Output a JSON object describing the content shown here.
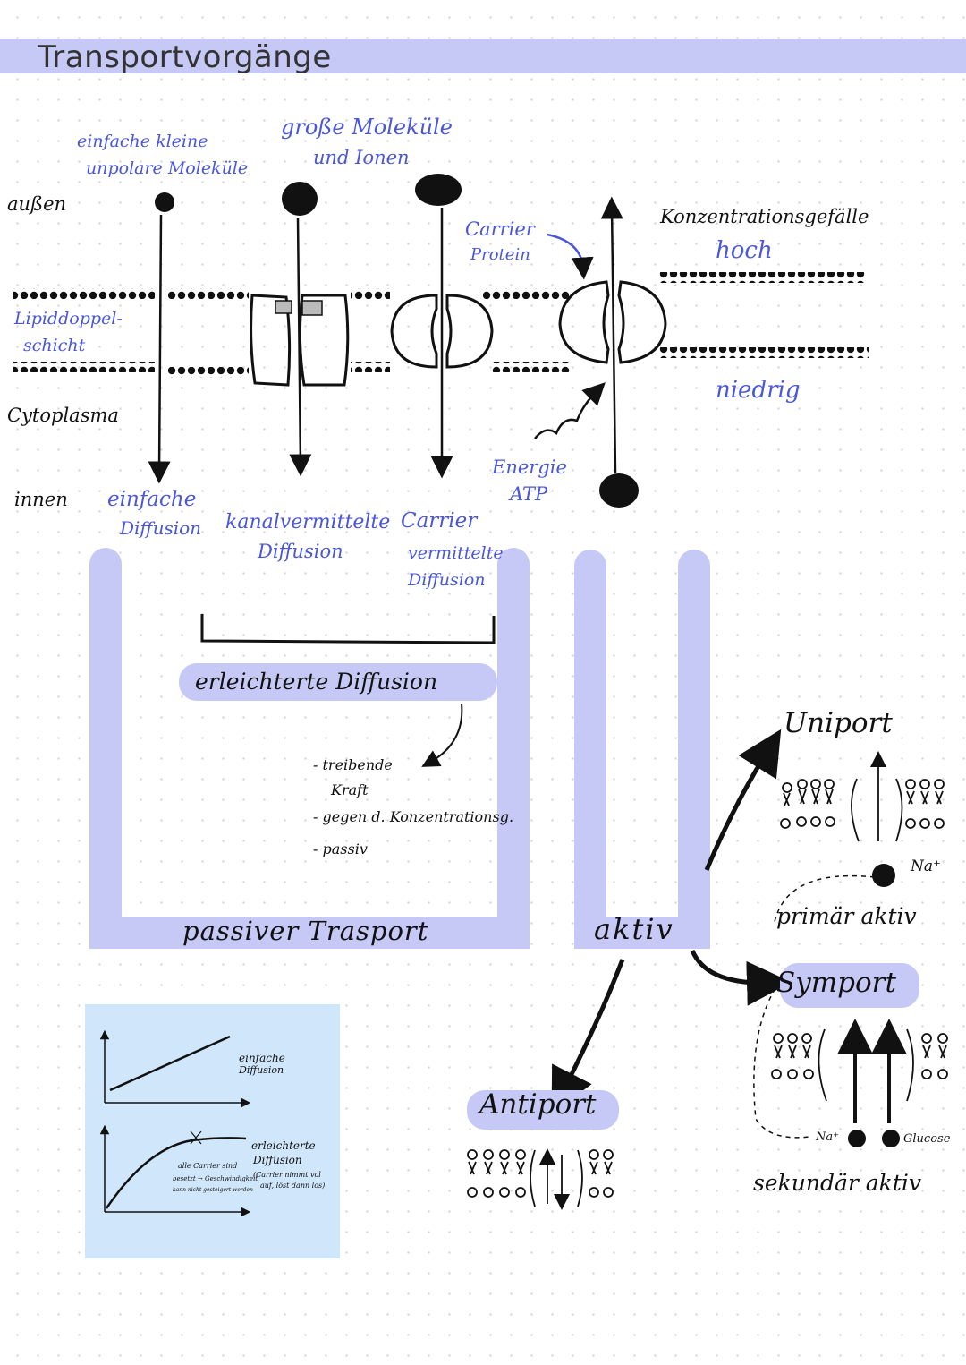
{
  "title": "Transportvorgänge",
  "membrane": {
    "outside_label": "außen",
    "bilayer_label_1": "Lipiddoppel-",
    "bilayer_label_2": "schicht",
    "cytoplasm_label": "Cytoplasma",
    "inside_label": "innen",
    "small_molecules_1": "einfache kleine",
    "small_molecules_2": "unpolare Moleküle",
    "large_molecules_1": "große Moleküle",
    "large_molecules_2": "und Ionen",
    "carrier_protein_1": "Carrier",
    "carrier_protein_2": "Protein",
    "gradient_title": "Konzentrationsgefälle",
    "gradient_high": "hoch",
    "gradient_low": "niedrig",
    "energy_1": "Energie",
    "energy_2": "ATP"
  },
  "diffusion": {
    "simple_1": "einfache",
    "simple_2": "Diffusion",
    "channel_1": "kanalvermittelte",
    "channel_2": "Diffusion",
    "carrier_1": "Carrier",
    "carrier_2": "vermittelte",
    "carrier_3": "Diffusion",
    "facilitated": "erleichterte Diffusion",
    "notes": [
      "- treibende",
      "Kraft",
      "- gegen d. Konzentrationsg.",
      "- passiv"
    ],
    "passive": "passiver Trasport"
  },
  "active": {
    "label": "aktiv",
    "uniport": "Uniport",
    "na_plus": "Na⁺",
    "primary": "primär aktiv",
    "symport": "Symport",
    "glucose": "Glucose",
    "secondary": "sekundär aktiv",
    "antiport": "Antiport"
  },
  "graph": {
    "simple_1": "einfache",
    "simple_2": "Diffusion",
    "facilitated_1": "erleichterte",
    "facilitated_2": "Diffusion",
    "facilitated_3": "(Carrier nimmt vol",
    "facilitated_4": "auf, löst dann los)",
    "note_1": "alle Carrier sind",
    "note_2": "besetzt → Geschwindigkeit",
    "note_3": "kann nicht gesteigert werden"
  },
  "colors": {
    "accent": "#c6c9f6",
    "handwriting_blue": "#4a57d9",
    "graph_bg": "#cfe6fb"
  }
}
